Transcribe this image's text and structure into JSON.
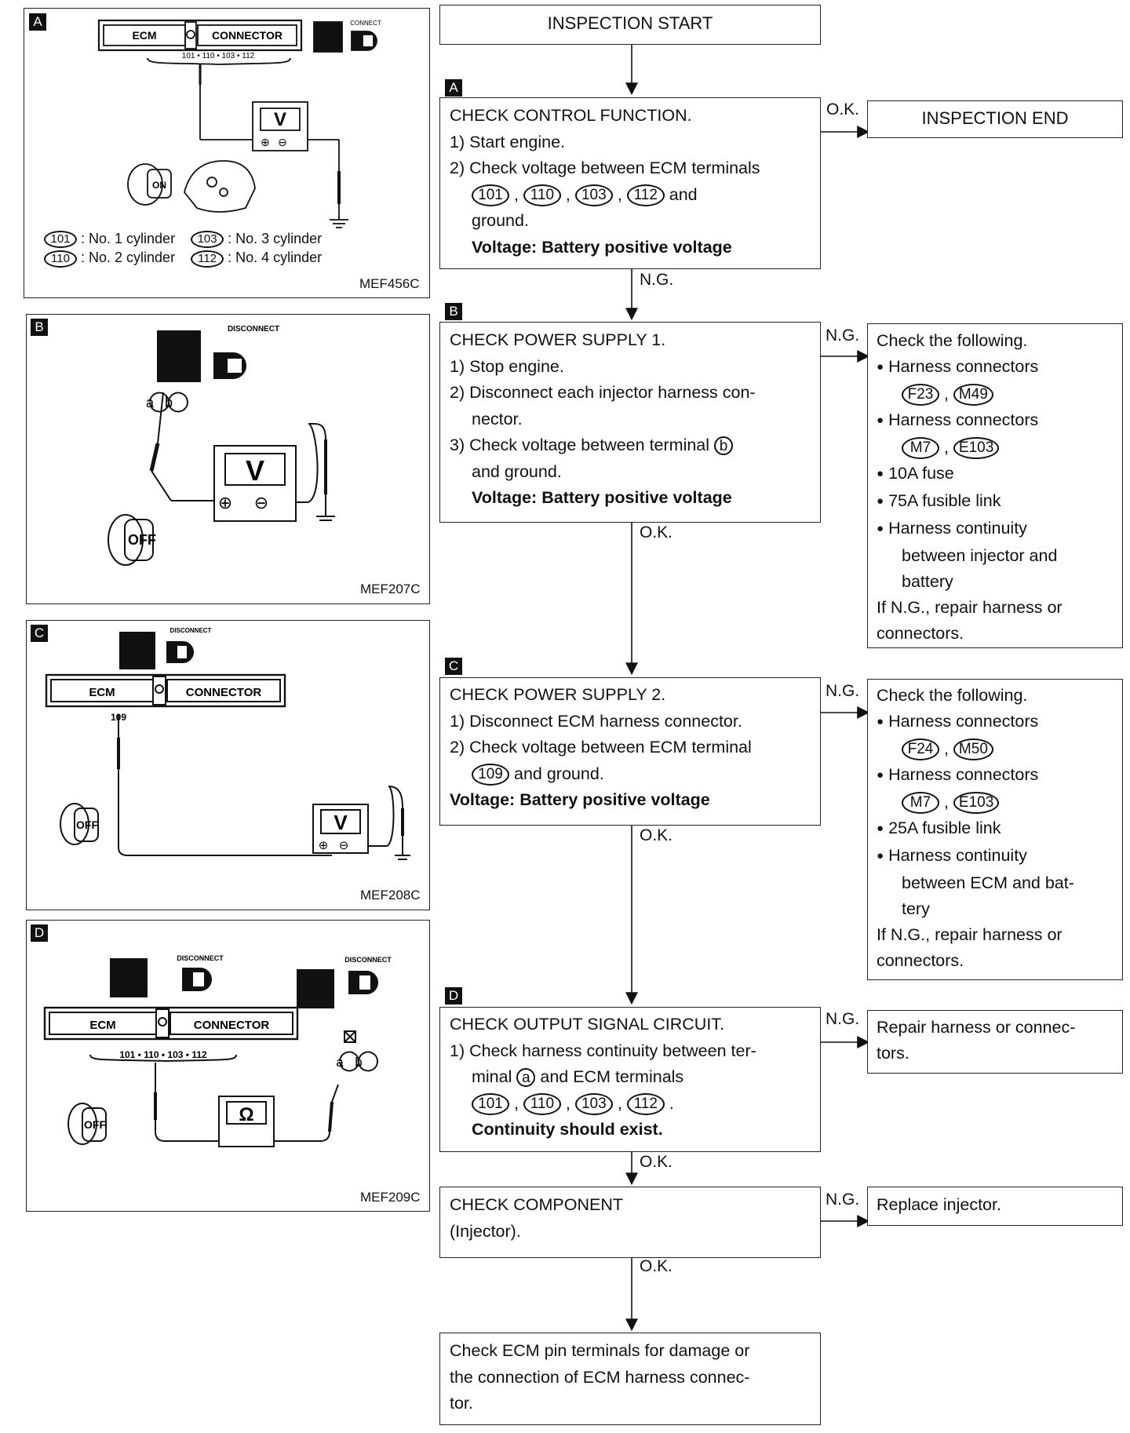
{
  "start": "INSPECTION START",
  "end": "INSPECTION END",
  "edges": {
    "ok": "O.K.",
    "ng": "N.G."
  },
  "steps": {
    "A": {
      "label": "A",
      "title": "CHECK CONTROL FUNCTION.",
      "l1": "1) Start engine.",
      "l2": "2) Check voltage between ECM terminals",
      "t1": "101",
      "t2": "110",
      "t3": "103",
      "t4": "112",
      "and": "and",
      "l4": "ground.",
      "spec": "Voltage: Battery positive voltage"
    },
    "B": {
      "label": "B",
      "title": "CHECK POWER SUPPLY 1.",
      "l1": "1) Stop engine.",
      "l2": "2) Disconnect each injector harness con-",
      "l3": "nector.",
      "l4": "3) Check voltage between terminal",
      "term": "b",
      "l5": "and ground.",
      "spec": "Voltage: Battery positive voltage"
    },
    "C": {
      "label": "C",
      "title": "CHECK POWER SUPPLY 2.",
      "l1": "1) Disconnect ECM harness connector.",
      "l2": "2) Check voltage between ECM terminal",
      "term": "109",
      "l3": "and ground.",
      "spec": "Voltage: Battery positive voltage"
    },
    "D": {
      "label": "D",
      "title": "CHECK OUTPUT SIGNAL CIRCUIT.",
      "l1": "1) Check harness continuity between ter-",
      "l2a": "minal",
      "term": "a",
      "l2b": "and ECM terminals",
      "t1": "101",
      "t2": "110",
      "t3": "103",
      "t4": "112",
      "spec": "Continuity should exist."
    },
    "E": {
      "title": "CHECK COMPONENT",
      "l1": "(Injector)."
    },
    "F": {
      "l1": "Check ECM pin terminals for damage or",
      "l2": "the connection of ECM harness connec-",
      "l3": "tor."
    }
  },
  "side": {
    "B": {
      "head": "Check the following.",
      "i1": "Harness connectors",
      "c1": "F23",
      "c2": "M49",
      "i2": "Harness connectors",
      "c3": "M7",
      "c4": "E103",
      "i3": "10A fuse",
      "i4": "75A fusible link",
      "i5": "Harness continuity",
      "i5b": "between injector and",
      "i5c": "battery",
      "tail1": "If N.G., repair harness or",
      "tail2": "connectors."
    },
    "C": {
      "head": "Check the following.",
      "i1": "Harness connectors",
      "c1": "F24",
      "c2": "M50",
      "i2": "Harness connectors",
      "c3": "M7",
      "c4": "E103",
      "i3": "25A fusible link",
      "i4": "Harness continuity",
      "i4b": "between ECM and bat-",
      "i4c": "tery",
      "tail1": "If N.G., repair harness or",
      "tail2": "connectors."
    },
    "D": {
      "l1": "Repair harness or connec-",
      "l2": "tors."
    },
    "E": {
      "l1": "Replace injector."
    }
  },
  "figures": {
    "A": {
      "label": "A",
      "code": "MEF456C",
      "ecm": "ECM",
      "connector": "CONNECTOR",
      "pins": "101 • 110 • 103 • 112",
      "meter": "V",
      "key": "ON",
      "connect": "CONNECT",
      "legend": [
        {
          "num": "101",
          "text": ": No. 1 cylinder"
        },
        {
          "num": "110",
          "text": ": No. 2 cylinder"
        },
        {
          "num": "103",
          "text": ": No. 3 cylinder"
        },
        {
          "num": "112",
          "text": ": No. 4 cylinder"
        }
      ]
    },
    "B": {
      "label": "B",
      "code": "MEF207C",
      "meter": "V",
      "key": "OFF",
      "disconnect": "DISCONNECT",
      "ta": "a",
      "tb": "b"
    },
    "C": {
      "label": "C",
      "code": "MEF208C",
      "meter": "V",
      "key": "OFF",
      "disconnect": "DISCONNECT",
      "ecm": "ECM",
      "connector": "CONNECTOR",
      "pin": "109"
    },
    "D": {
      "label": "D",
      "code": "MEF209C",
      "meter": "Ω",
      "key": "OFF",
      "disconnect": "DISCONNECT",
      "ecm": "ECM",
      "connector": "CONNECTOR",
      "pins": "101 • 110 • 103 • 112",
      "ta": "a",
      "tb": "b"
    }
  }
}
